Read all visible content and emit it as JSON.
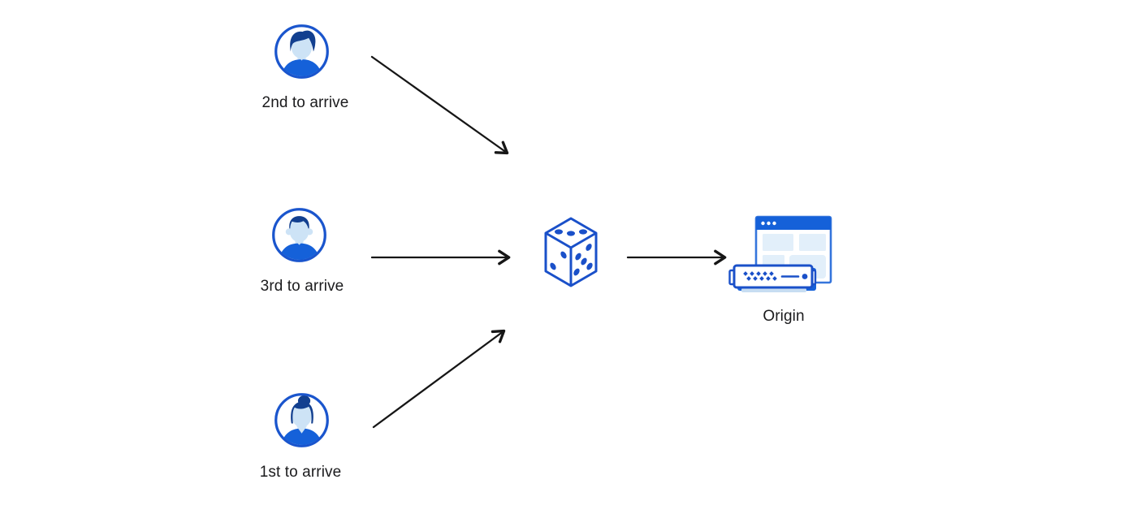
{
  "canvas": {
    "background": "#ffffff"
  },
  "palette": {
    "outline_blue": "#1a55cd",
    "solid_blue": "#1561d9",
    "hair_navy": "#123f8f",
    "skin_light_blue": "#cde3f6",
    "panel_light_blue": "#e2effa",
    "base_light_blue": "#c7ddf2",
    "arrow_black": "#161616",
    "text_black": "#1b1b1d"
  },
  "nodes": {
    "user_second": {
      "label": "2nd to arrive",
      "icon": "male-user-avatar"
    },
    "user_third": {
      "label": "3rd to arrive",
      "icon": "male-user-avatar"
    },
    "user_first": {
      "label": "1st to arrive",
      "icon": "female-user-avatar"
    },
    "dice": {
      "icon": "dice-icon"
    },
    "origin": {
      "label": "Origin",
      "icon": "origin-server-icon"
    }
  }
}
